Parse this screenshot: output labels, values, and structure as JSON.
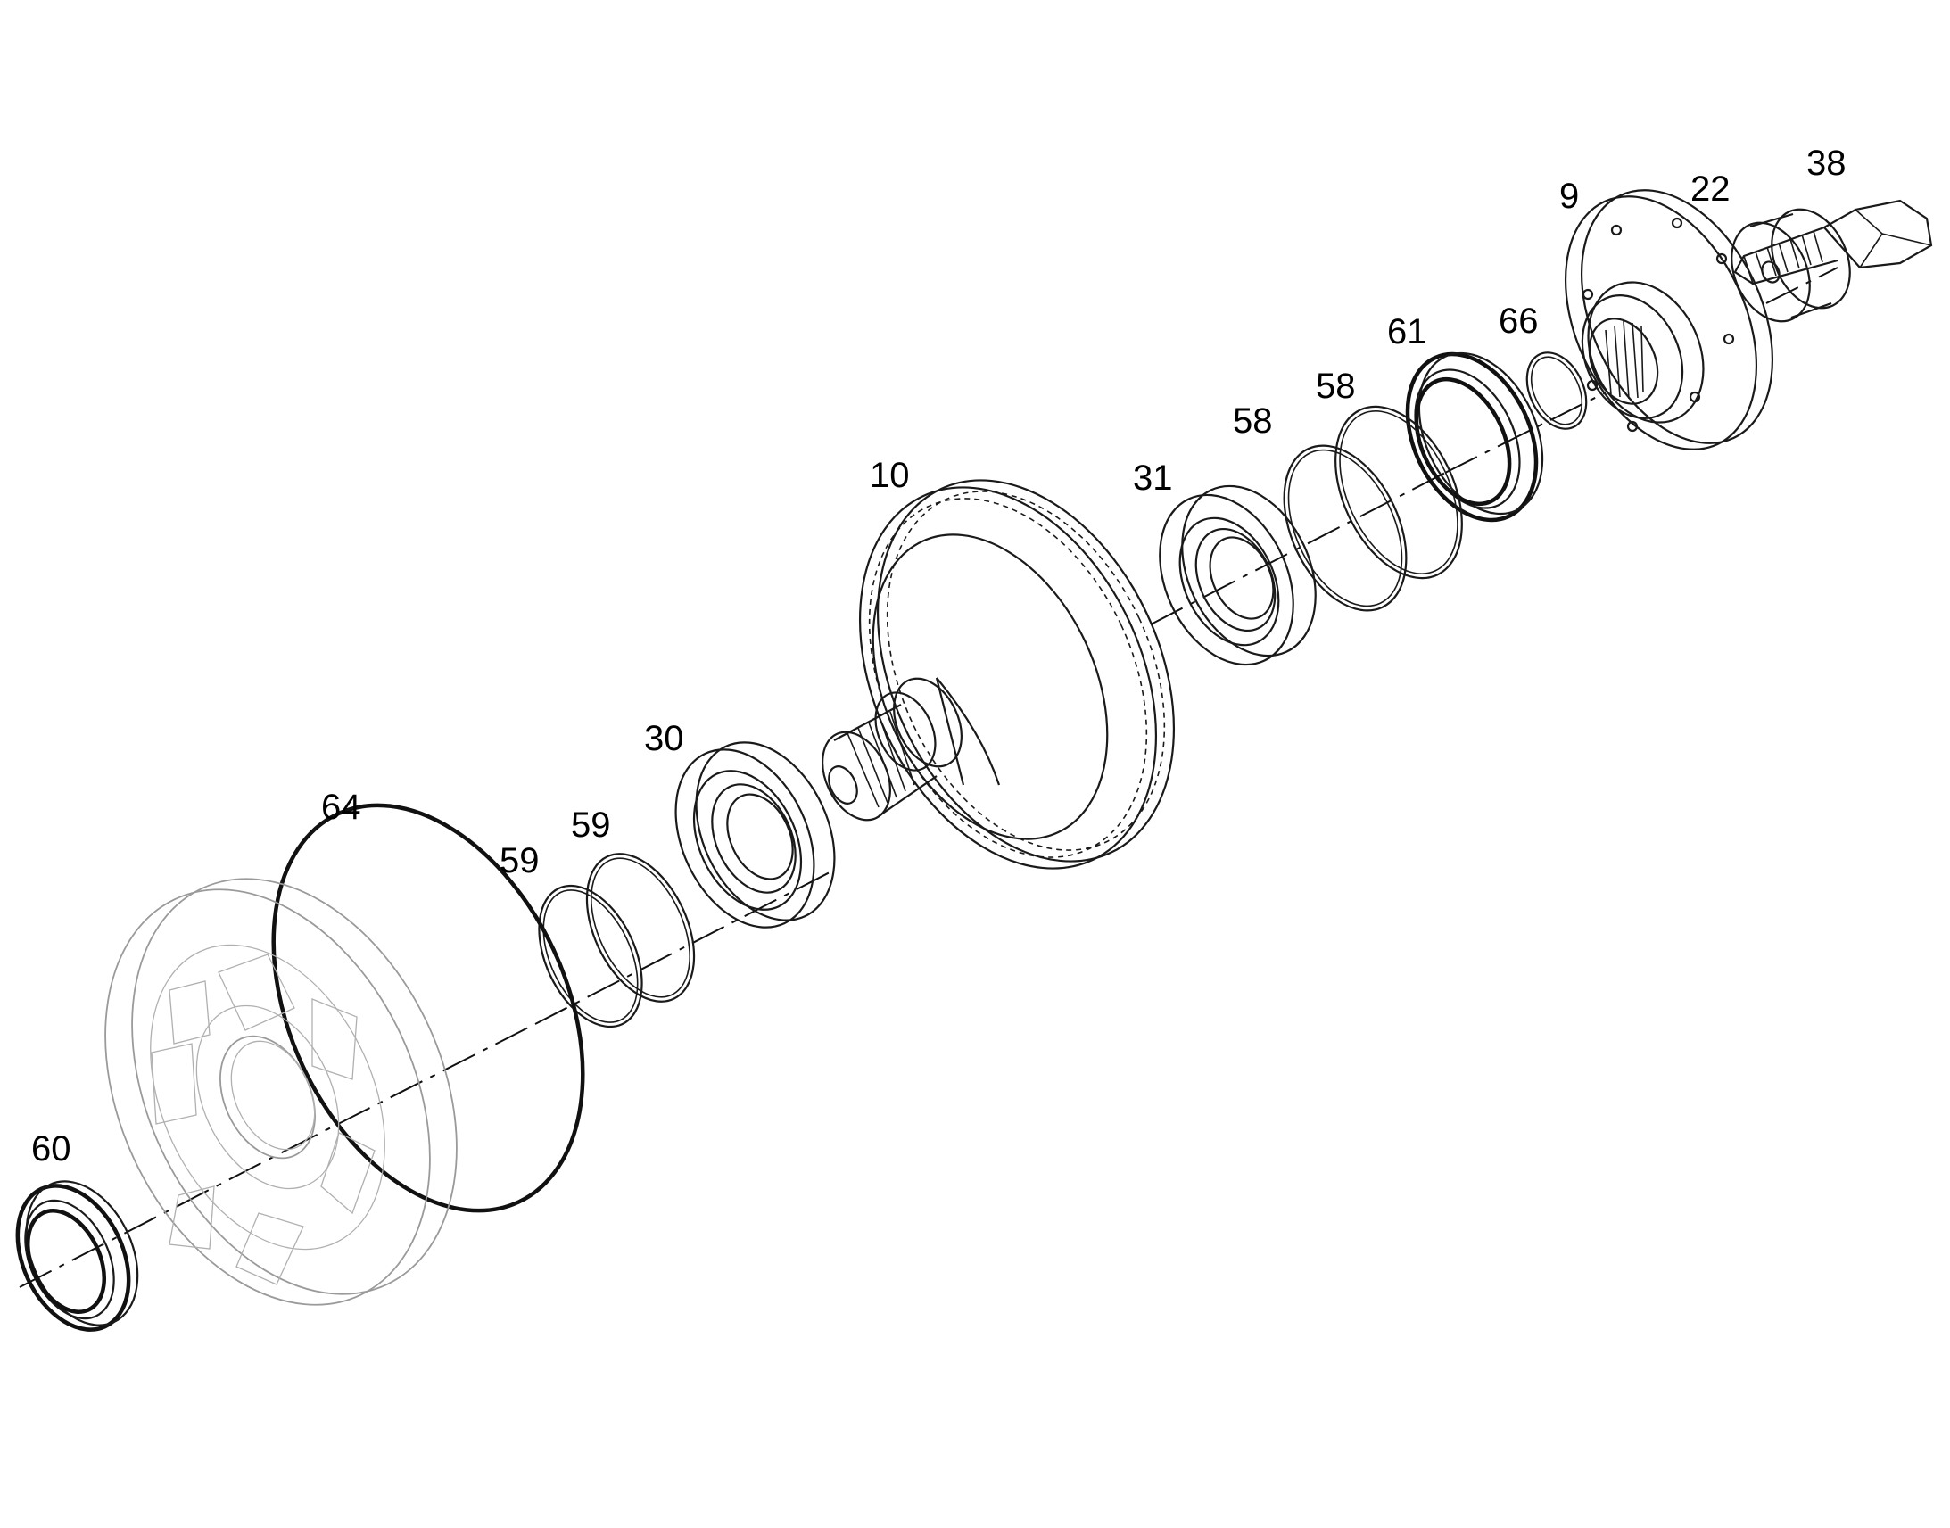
{
  "diagram": {
    "callouts": [
      {
        "id": "c38",
        "label": "38"
      },
      {
        "id": "c22",
        "label": "22"
      },
      {
        "id": "c9",
        "label": "9"
      },
      {
        "id": "c66",
        "label": "66"
      },
      {
        "id": "c61",
        "label": "61"
      },
      {
        "id": "c58a",
        "label": "58"
      },
      {
        "id": "c58b",
        "label": "58"
      },
      {
        "id": "c31",
        "label": "31"
      },
      {
        "id": "c10",
        "label": "10"
      },
      {
        "id": "c30",
        "label": "30"
      },
      {
        "id": "c59a",
        "label": "59"
      },
      {
        "id": "c59b",
        "label": "59"
      },
      {
        "id": "c64",
        "label": "64"
      },
      {
        "id": "c60",
        "label": "60"
      }
    ]
  }
}
